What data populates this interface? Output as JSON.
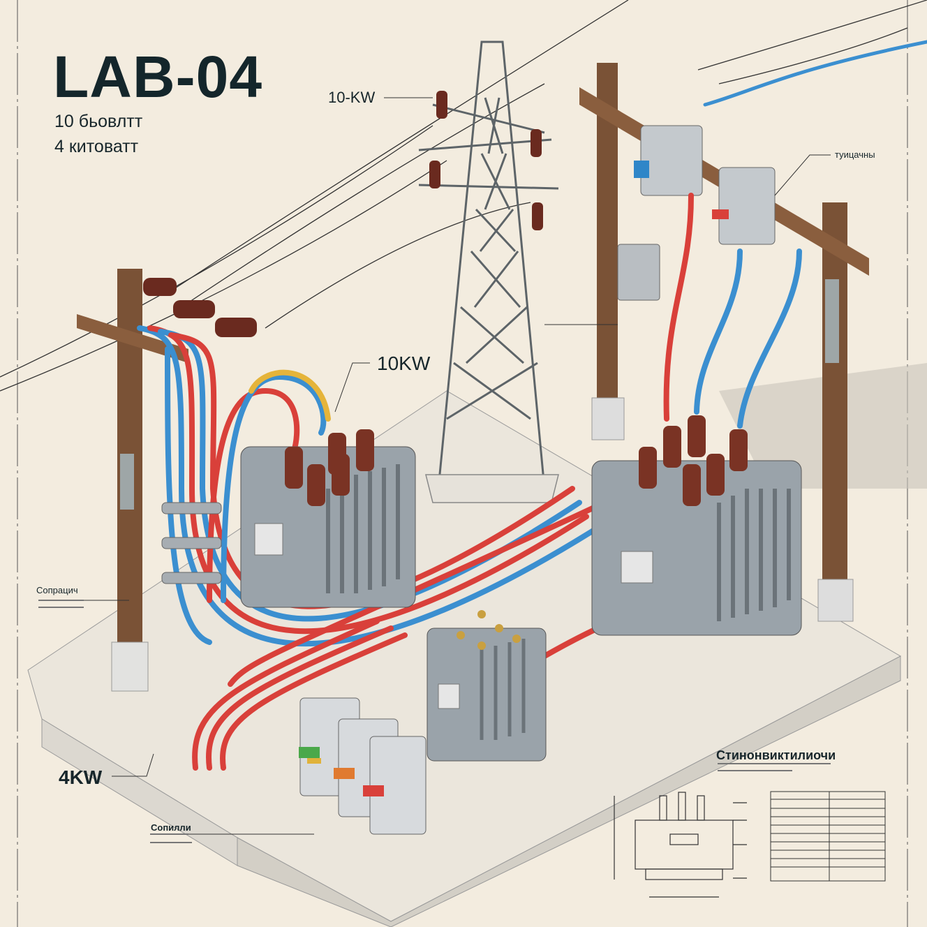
{
  "header": {
    "title": "LAB-04",
    "subtitle_lines": [
      "10 бьовлтт",
      "4 китоватт"
    ]
  },
  "callouts": {
    "tower_top": "10-KW",
    "transformer_left": "10KW",
    "cable_bundle": "4KW",
    "breaker_right": "туицачны",
    "pole_left": "Сопрацич",
    "breakers_bottom": "Сопилли"
  },
  "spec_sheet": {
    "title": "Стинонвиктилиочи"
  },
  "colors": {
    "background": "#f3ecdf",
    "cable_red": "#d9403a",
    "cable_blue": "#3b8fd0",
    "transformer": "#9aa3aa",
    "pole": "#7a5236",
    "insulator": "#7a3324"
  }
}
